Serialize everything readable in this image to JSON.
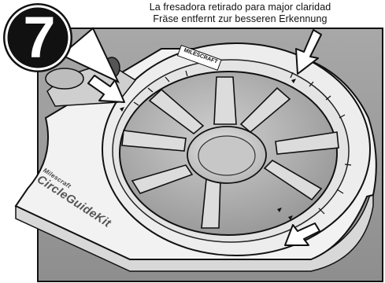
{
  "caption": {
    "line1": "La fresadora retirado para major claridad",
    "line2": "Fräse entfernt zur besseren Erkennung"
  },
  "step": {
    "number": "7"
  },
  "product": {
    "brand_small": "Milescraft",
    "kit_name": "CircleGuideKit",
    "rim_brand": "MILESCRAFT"
  },
  "colors": {
    "photo_bg": "#9d9d9d",
    "plastic": "#f1f1f1",
    "outline": "#111111"
  }
}
